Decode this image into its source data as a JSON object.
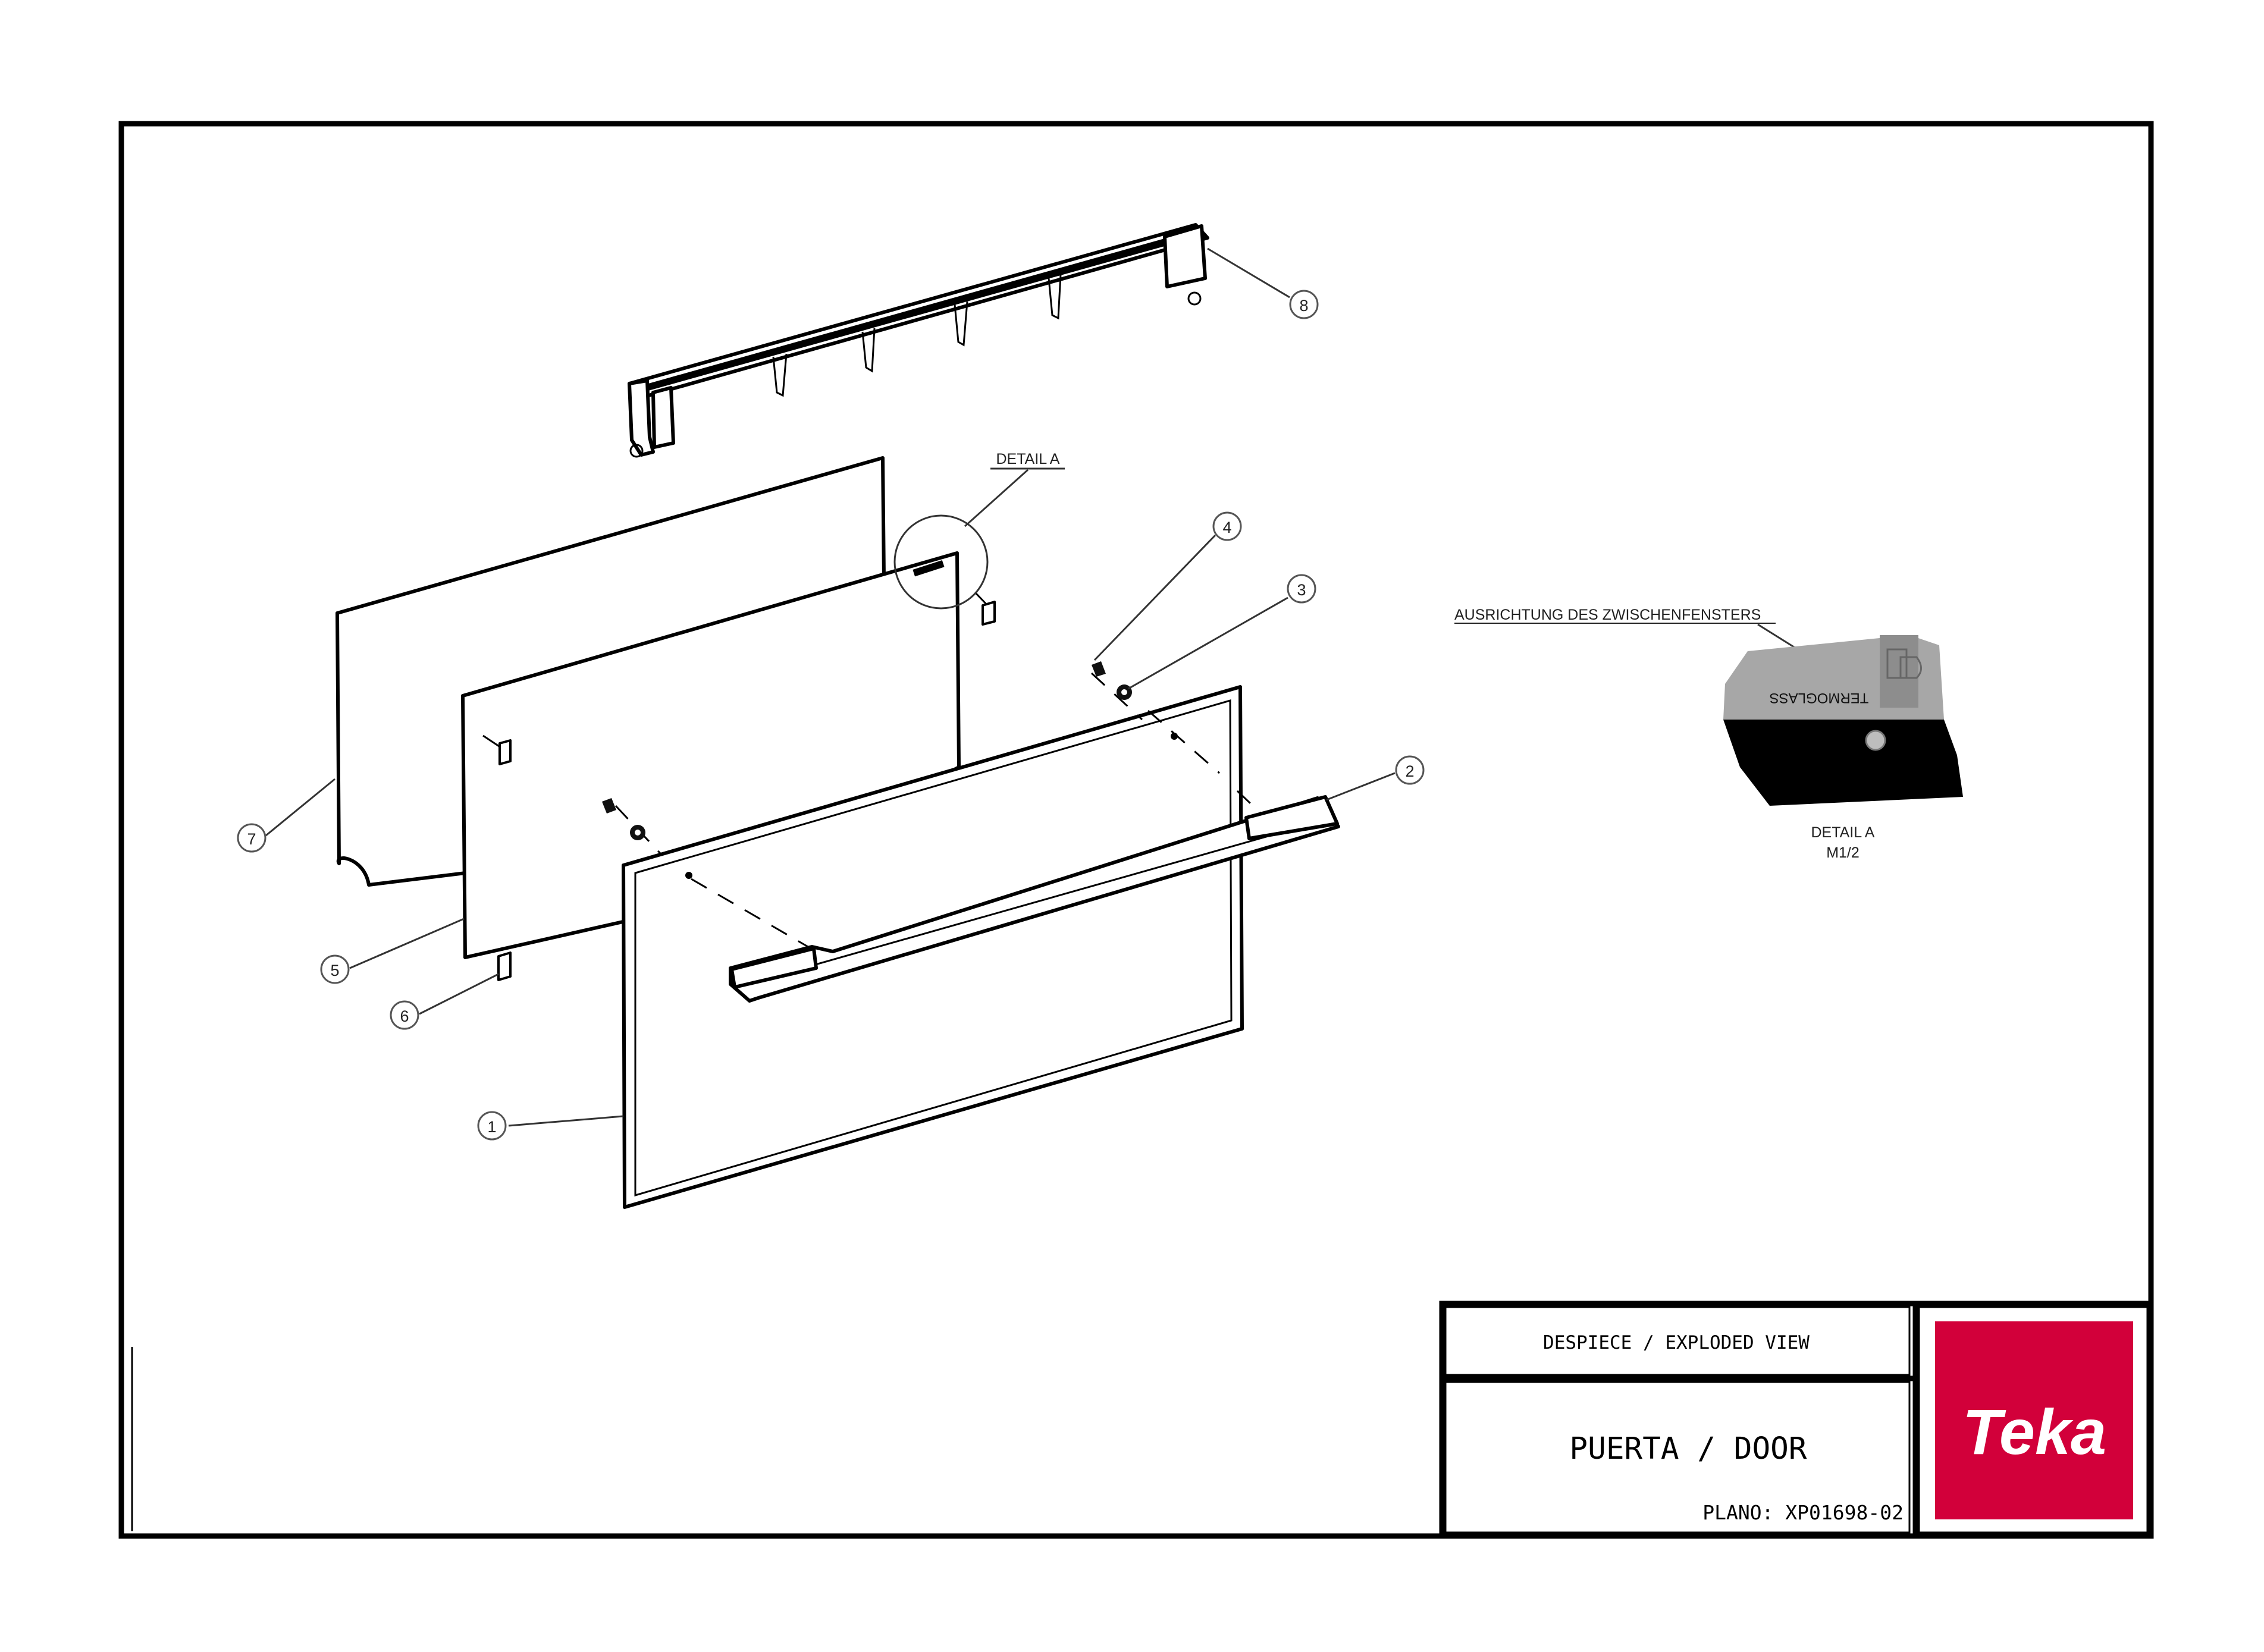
{
  "drawing": {
    "detail_callout_label": "DETAIL A",
    "orientation_note": "AUSRICHTUNG DES ZWISCHENFENSTERS",
    "glass_mark": "TERMOGLASS",
    "detail_caption": "DETAIL A",
    "detail_scale": "M1/2",
    "part_numbers": [
      "1",
      "2",
      "3",
      "4",
      "5",
      "6",
      "7",
      "8"
    ]
  },
  "title_block": {
    "view_title": "DESPIECE / EXPLODED VIEW",
    "part_title": "PUERTA / DOOR",
    "plan_number": "PLANO: XP01698-02",
    "logo_text": "Teka",
    "logo_color": "#d2003a"
  },
  "colors": {
    "frame": "#000000",
    "detail_grey": "#a7a7a7",
    "detail_black": "#000000"
  }
}
